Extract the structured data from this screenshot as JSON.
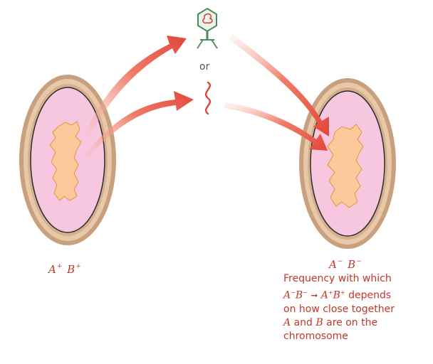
{
  "labels": {
    "or": "or",
    "donor": {
      "a": "A",
      "a_sign": "+",
      "b": "B",
      "b_sign": "+"
    },
    "recipient": {
      "a": "A",
      "a_sign": "−",
      "b": "B",
      "b_sign": "−"
    }
  },
  "note": {
    "line1": "Frequency with which",
    "line2_a": "A",
    "line2_a_sign": "−",
    "line2_b": "B",
    "line2_b_sign": "−",
    "line2_arrow": "➞",
    "line2_c": "A",
    "line2_c_sign": "+",
    "line2_d": "B",
    "line2_d_sign": "+",
    "line2_end": " depends",
    "line3": "on how close together",
    "line4_a": "A",
    "line4_mid": " and ",
    "line4_b": "B",
    "line4_end": " are on the",
    "line5": "chromosome"
  },
  "colors": {
    "arrow": "#e2463a",
    "cell_wall_outer": "#c8a07d",
    "cell_wall_inner": "#e8c8a8",
    "cytoplasm": "#f6c7df",
    "membrane": "#2b2b2b",
    "nucleoid": "#fbc99a",
    "nucleoid_edge": "#e6953c",
    "phage": "#4c8a5a",
    "phage_dna": "#e0453a",
    "text": "#c0392b"
  },
  "icons": [
    "bacteriophage-icon",
    "dna-fragment-icon"
  ]
}
